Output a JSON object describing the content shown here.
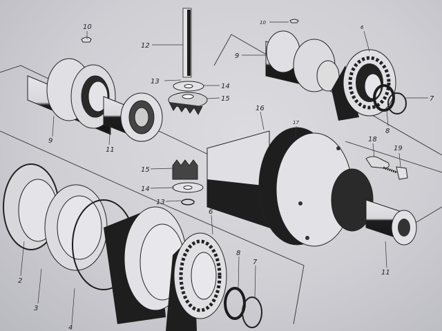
{
  "diagram": {
    "type": "exploded-parts-view",
    "subject": "differential assembly",
    "colors": {
      "paper": "#d4d4d9",
      "ink": "#1c1c1c"
    }
  },
  "callouts": {
    "c10a": "10",
    "c12": "12",
    "c13a": "13",
    "c14a": "14",
    "c15a": "15",
    "c9a": "9",
    "c11a": "11",
    "c10b": "10",
    "c9b": "9",
    "c6a": "6",
    "c7a": "7",
    "c8a": "8",
    "c16": "16",
    "c17": "17",
    "c18": "18",
    "c19": "19",
    "c11b": "11",
    "c15b": "15",
    "c14b": "14",
    "c13b": "13",
    "c2": "2",
    "c3": "3",
    "c4": "4",
    "c6b": "6",
    "c8b": "8",
    "c7b": "7"
  }
}
